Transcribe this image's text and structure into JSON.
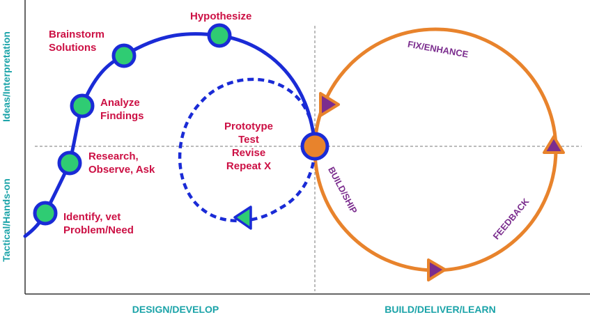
{
  "axes": {
    "y_upper": "Ideas/Interpretation",
    "y_lower": "Tactical/Hands-on",
    "x_left": "DESIGN/DEVELOP",
    "x_right": "BUILD/DELIVER/LEARN"
  },
  "design_steps": {
    "hypothesize": "Hypothesize",
    "brainstorm": [
      "Brainstorm",
      "Solutions"
    ],
    "analyze": [
      "Analyze",
      "Findings"
    ],
    "research": [
      "Research,",
      "Observe, Ask"
    ],
    "identify": [
      "Identify, vet",
      "Problem/Need"
    ]
  },
  "prototype_loop": [
    "Prototype",
    "Test",
    "Revise",
    "Repeat X"
  ],
  "build_cycle": {
    "fix": "FIX/ENHANCE",
    "build": "BUILD/SHIP",
    "feedback": "FEEDBACK"
  },
  "colors": {
    "blue": "#1a2bd6",
    "green": "#2fcc73",
    "orange": "#e8832c",
    "purple": "#7b2d8e",
    "red_text": "#cc1044",
    "teal": "#1aa3a8",
    "axis": "#333333",
    "guide": "#777777"
  }
}
